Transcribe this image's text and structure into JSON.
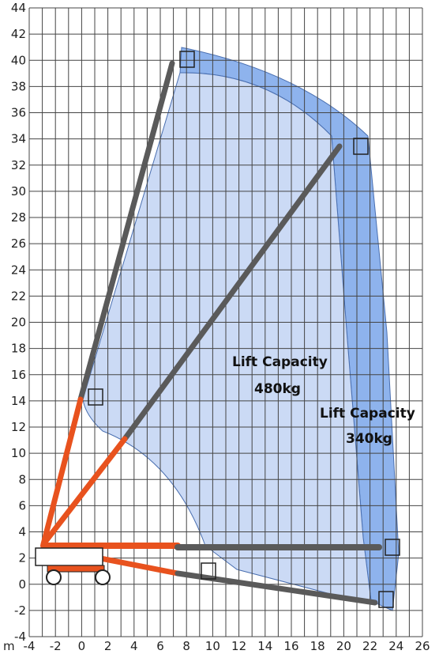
{
  "diagram": {
    "title": "",
    "axis_unit_label": "m",
    "x_ticks": [
      "-4",
      "-2",
      "0",
      "2",
      "4",
      "6",
      "8",
      "10",
      "12",
      "14",
      "16",
      "18",
      "20",
      "22",
      "24",
      "26"
    ],
    "y_ticks": [
      "44",
      "42",
      "40",
      "38",
      "36",
      "34",
      "32",
      "30",
      "28",
      "26",
      "24",
      "22",
      "20",
      "18",
      "16",
      "14",
      "12",
      "10",
      "8",
      "6",
      "4",
      "2",
      "0",
      "-2",
      "-4"
    ],
    "x_range": [
      -4,
      26
    ],
    "y_range": [
      -4,
      44
    ],
    "grid": true,
    "zones": [
      {
        "label": "Lift Capacity",
        "value": "480kg",
        "color": "#c8d8f4"
      },
      {
        "label": "Lift Capacity",
        "value": "340kg",
        "color": "#7aa6ea"
      }
    ],
    "colors": {
      "boom_main": "#5a5a5a",
      "boom_orange": "#e8521e",
      "grid": "#444444"
    }
  }
}
